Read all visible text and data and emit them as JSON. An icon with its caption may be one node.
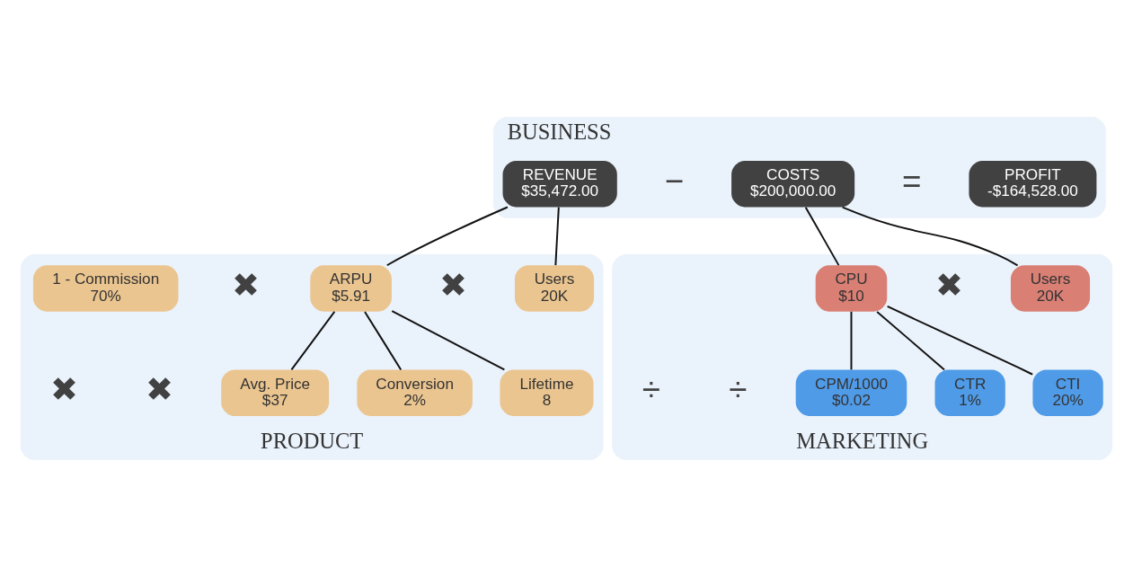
{
  "diagram": {
    "nodes": [
      {
        "text": [
          "BUSINESS"
        ]
      },
      {
        "text": [
          "PROFIT",
          "-$164,528.00"
        ],
        "in": 0
      },
      {
        "text": [
          "REVENUE",
          "$35,472.00"
        ],
        "in": 0
      },
      {
        "text": [
          "COSTS",
          "$200,000.00"
        ],
        "in": 0
      },
      {
        "text": [
          "PRODUCT"
        ]
      },
      {
        "text": [
          "Users",
          "20K"
        ],
        "in": 4
      },
      {
        "text": [
          "ARPU",
          "$5.91"
        ],
        "in": 4
      },
      {
        "text": [
          "1 - Commission",
          "70%"
        ],
        "in": 4
      },
      {
        "text": [
          "Avg. Price",
          "$37"
        ],
        "in": 4
      },
      {
        "text": [
          "Conversion",
          "2%"
        ],
        "in": 4
      },
      {
        "text": [
          "Lifetime",
          "8"
        ],
        "in": 4
      },
      {
        "text": [
          "MARKETING"
        ]
      },
      {
        "text": [
          "Users",
          "20K"
        ],
        "in": 11
      },
      {
        "text": [
          "CPU",
          "$10"
        ],
        "in": 11
      },
      {
        "text": [
          "CPM/1000",
          "$0.02"
        ],
        "in": 11
      },
      {
        "text": [
          "CTR",
          "1%"
        ],
        "in": 11
      },
      {
        "text": [
          "CTI",
          "20%"
        ],
        "in": 11
      }
    ],
    "edges": [
      {
        "from": 2,
        "to": 5,
        "arrow": "none"
      },
      {
        "from": 2,
        "to": 6,
        "arrow": "none"
      },
      {
        "from": 3,
        "to": 12,
        "arrow": "none"
      },
      {
        "from": 3,
        "to": 13,
        "arrow": "none"
      },
      {
        "from": 6,
        "to": 8,
        "arrow": "none"
      },
      {
        "from": 6,
        "to": 9,
        "arrow": "none"
      },
      {
        "from": 6,
        "to": 10,
        "arrow": "none"
      },
      {
        "from": 13,
        "to": 14,
        "arrow": "none"
      },
      {
        "from": 13,
        "to": 15,
        "arrow": "none"
      },
      {
        "from": 13,
        "to": 16,
        "arrow": "none"
      }
    ],
    "labels": [
      "=",
      "−",
      "✖",
      "✖",
      "✖",
      "✖",
      "✖",
      "÷",
      "÷"
    ]
  }
}
